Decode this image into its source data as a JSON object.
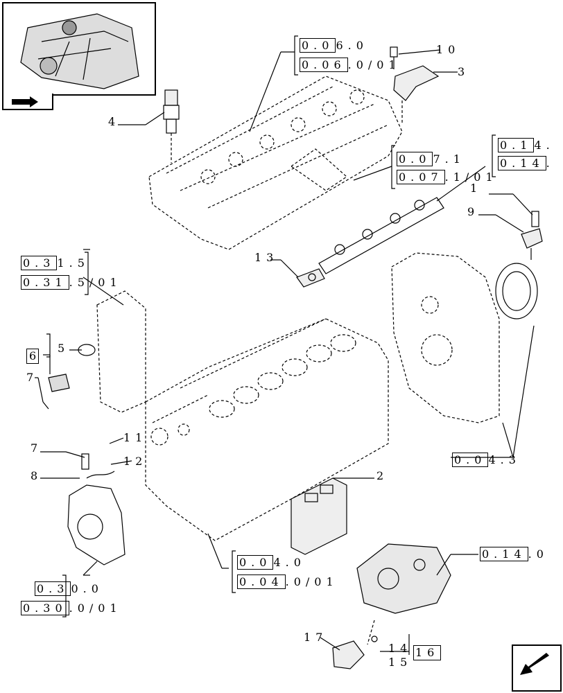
{
  "parts": [
    {
      "id": "p1",
      "label": "1"
    },
    {
      "id": "p2",
      "label": "2"
    },
    {
      "id": "p3",
      "label": "3"
    },
    {
      "id": "p4",
      "label": "4"
    },
    {
      "id": "p5",
      "label": "5"
    },
    {
      "id": "p6",
      "label": "6"
    },
    {
      "id": "p7a",
      "label": "7"
    },
    {
      "id": "p7b",
      "label": "7"
    },
    {
      "id": "p8",
      "label": "8"
    },
    {
      "id": "p9",
      "label": "9"
    },
    {
      "id": "p10",
      "label": "10"
    },
    {
      "id": "p11",
      "label": "11"
    },
    {
      "id": "p12",
      "label": "12"
    },
    {
      "id": "p13",
      "label": "13"
    },
    {
      "id": "p14",
      "label": "14"
    },
    {
      "id": "p15",
      "label": "15"
    },
    {
      "id": "p16",
      "label": "16"
    },
    {
      "id": "p17",
      "label": "17"
    }
  ],
  "refs": {
    "r060_box": "0.0",
    "r060_rest": "6.0",
    "r06001_box": "0.06",
    "r06001_rest": ".0/01",
    "r071_box": "0.0",
    "r071_rest": "7.1",
    "r07101_box": "0.07",
    "r07101_rest": ".1/01",
    "r014_box": "0.1",
    "r014_rest": "4.",
    "r01401_box": "0.14",
    "r01401_rest": ".",
    "r315_box": "0.3",
    "r315_rest": "1.5",
    "r31501_box": "0.31",
    "r31501_rest": ".5/01",
    "r043_box": "0.0",
    "r043_rest": "4.3",
    "r040_box": "0.0",
    "r040_rest": "4.0",
    "r04001_box": "0.04",
    "r04001_rest": ".0/01",
    "r0140_box": "0.14",
    "r0140_rest": ".0",
    "r300_box": "0.3",
    "r300_rest": "0.0",
    "r30001_box": "0.30",
    "r30001_rest": ".0/01"
  }
}
